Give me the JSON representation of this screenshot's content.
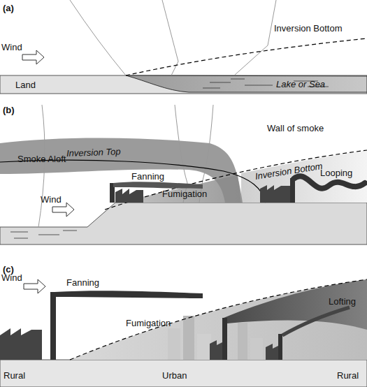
{
  "diagram": {
    "labels": [
      "(a)",
      "Wind",
      "Inversion Bottom",
      "Land",
      "Lake or Sea",
      "(b)",
      "Inversion Top",
      "Wall of smoke",
      "Smoke Aloft",
      "Inversion Bottom",
      "Fanning",
      "Wind",
      "Fumigation",
      "Looping",
      "(c)",
      "Wind",
      "Fanning",
      "Lofting",
      "Fumigation",
      "Rural",
      "Urban",
      "Rural"
    ]
  }
}
